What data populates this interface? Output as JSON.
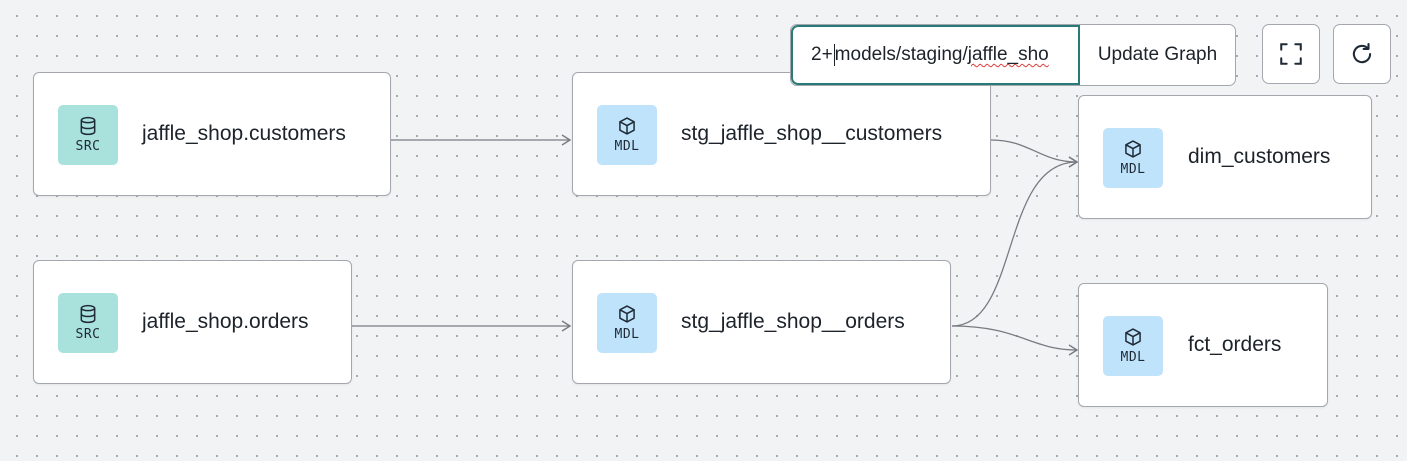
{
  "toolbar": {
    "selector_value_before_caret": "2+",
    "selector_value_after_caret": "models/staging/",
    "selector_value_misspelled": "jaffle_sho",
    "update_button_label": "Update Graph",
    "fullscreen_icon": "expand-icon",
    "refresh_icon": "refresh-icon"
  },
  "nodes": {
    "src_customers": {
      "type_tag": "SRC",
      "icon": "database-icon",
      "label": "jaffle_shop.customers"
    },
    "src_orders": {
      "type_tag": "SRC",
      "icon": "database-icon",
      "label": "jaffle_shop.orders"
    },
    "stg_customers": {
      "type_tag": "MDL",
      "icon": "cube-icon",
      "label": "stg_jaffle_shop__customers"
    },
    "stg_orders": {
      "type_tag": "MDL",
      "icon": "cube-icon",
      "label": "stg_jaffle_shop__orders"
    },
    "dim_customers": {
      "type_tag": "MDL",
      "icon": "cube-icon",
      "label": "dim_customers"
    },
    "fct_orders": {
      "type_tag": "MDL",
      "icon": "cube-icon",
      "label": "fct_orders"
    }
  },
  "edges": [
    {
      "from": "jaffle_shop.customers",
      "to": "stg_jaffle_shop__customers"
    },
    {
      "from": "jaffle_shop.orders",
      "to": "stg_jaffle_shop__orders"
    },
    {
      "from": "stg_jaffle_shop__customers",
      "to": "dim_customers"
    },
    {
      "from": "stg_jaffle_shop__orders",
      "to": "dim_customers"
    },
    {
      "from": "stg_jaffle_shop__orders",
      "to": "fct_orders"
    }
  ],
  "colors": {
    "source_badge": "#a9e1dc",
    "model_badge": "#bfe3fb",
    "input_focus_border": "#2a7a78",
    "edge": "#777b82",
    "canvas": "#f2f3f5"
  }
}
